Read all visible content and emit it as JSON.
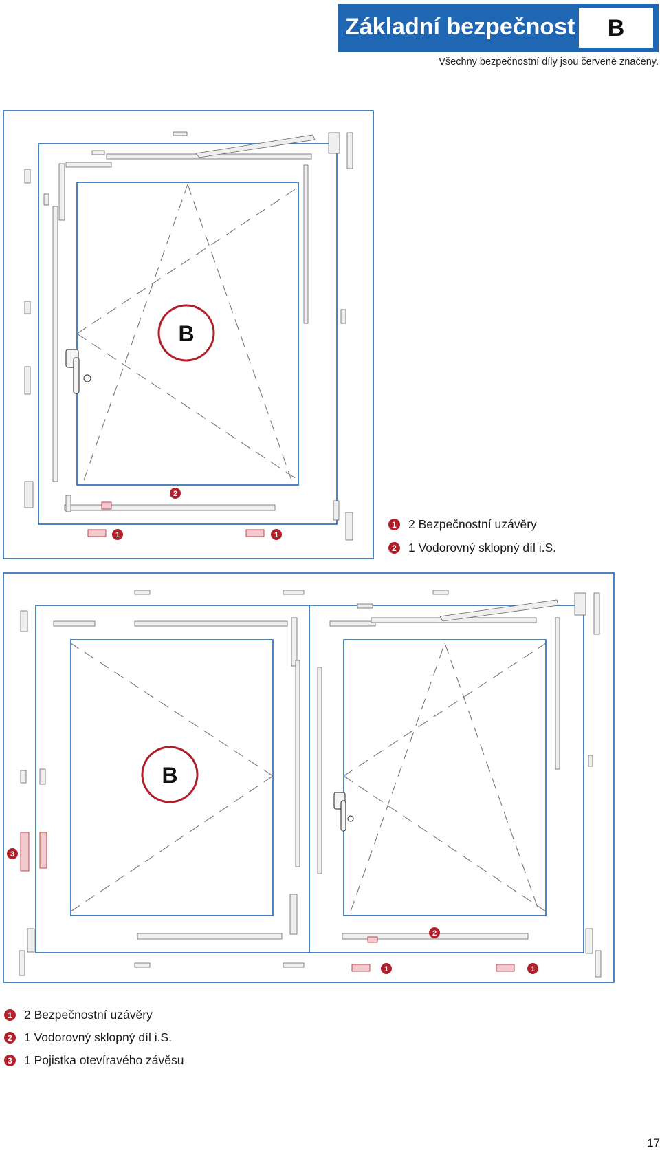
{
  "header": {
    "title": "Základní bezpečnost",
    "badge": "B",
    "subtitle": "Všechny bezpečnostní díly jsou červeně značeny."
  },
  "diagram1": {
    "badge": "B",
    "markers": [
      "1",
      "1",
      "2"
    ],
    "legend": [
      {
        "marker": "1",
        "text": "2  Bezpečnostní uzávěry"
      },
      {
        "marker": "2",
        "text": "1 Vodorovný sklopný díl i.S."
      }
    ]
  },
  "diagram2": {
    "badge": "B",
    "markers": [
      "1",
      "1",
      "2",
      "3"
    ],
    "legend": [
      {
        "marker": "1",
        "text": "2 Bezpečnostní uzávěry"
      },
      {
        "marker": "2",
        "text": "1 Vodorovný sklopný díl i.S."
      },
      {
        "marker": "3",
        "text": "1 Pojistka otevíravého závěsu"
      }
    ]
  },
  "page_number": "17",
  "colors": {
    "accent_blue": "#1f66b3",
    "safety_red": "#b0202b"
  }
}
